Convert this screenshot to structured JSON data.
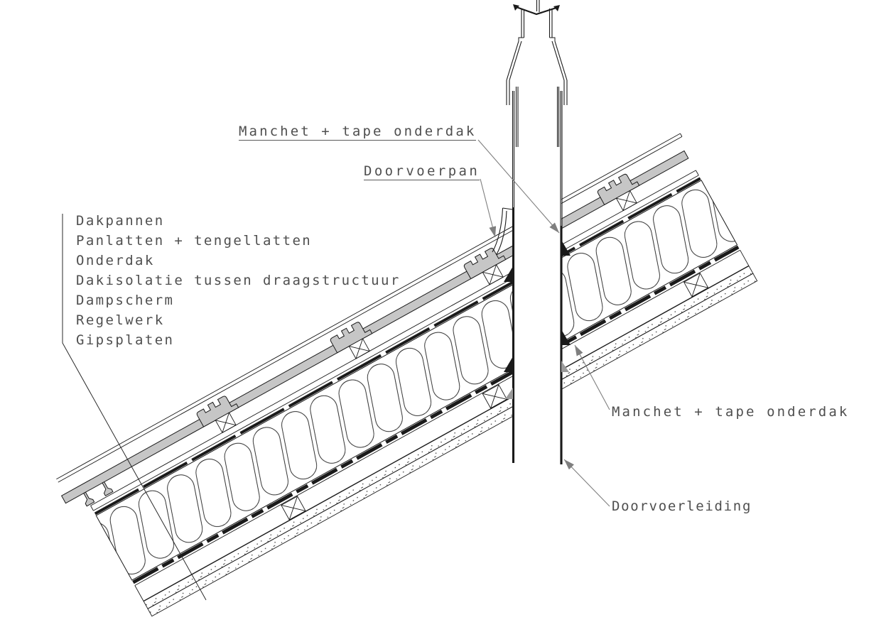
{
  "drawing": {
    "labels": {
      "layers": [
        "Dakpannen",
        "Panlatten + tengellatten",
        "Onderdak",
        "Dakisolatie tussen draagstructuur",
        "Dampscherm",
        "Regelwerk",
        "Gipsplaten"
      ],
      "manchet_top": "Manchet + tape onderdak",
      "doorvoerpan": "Doorvoerpan",
      "manchet_right": "Manchet + tape onderdak",
      "doorvoerleiding": "Doorvoerleiding"
    },
    "colors": {
      "line": "#1a1a1a",
      "tile_fill": "#c6c6c6",
      "leader": "#7f7f7f",
      "label_text": "#4f4f4f",
      "background": "#ffffff"
    }
  }
}
